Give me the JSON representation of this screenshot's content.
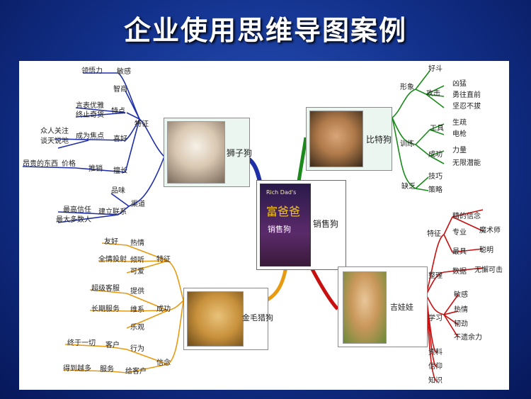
{
  "slide_title": "企业使用思维导图案例",
  "center": {
    "label": "销售狗",
    "book_small": "Rich Dad's",
    "book_big": "富爸爸",
    "book_sub": "销售狗"
  },
  "lion": {
    "label": "狮子狗",
    "t1": "特征",
    "t1a": "敏感",
    "t1a1": "领悟力",
    "t1b": "智商",
    "t1c": "特点",
    "t1c1": "言表优雅",
    "t1c2": "终止奇货",
    "t1d": "喜好",
    "t1d1": "成为焦点",
    "t1d1a": "众人关注",
    "t1d1b": "谈天说地",
    "t1e": "擅长",
    "t1e1": "推销",
    "t1e1a": "价格",
    "t1e1b": "昂贵的东西",
    "t2": "渠道",
    "t2a": "品味",
    "t2b": "建立联系",
    "t2b1": "最高信任",
    "t2b2": "最大多数人"
  },
  "bulldog": {
    "label": "比特狗",
    "t1": "形象",
    "t1a": "好斗",
    "t1b": "攻击",
    "t1b1": "凶猛",
    "t1b2": "勇往直前",
    "t1b3": "坚忍不拔",
    "t2": "训练",
    "t2a": "工具",
    "t2a1": "生疏",
    "t2a2": "电枪",
    "t2b": "成功",
    "t2b1": "力量",
    "t2b2": "无限潜能",
    "t3": "缺乏",
    "t3a": "技巧",
    "t3b": "策略"
  },
  "golden": {
    "label": "金毛猎狗",
    "t1": "特征",
    "t1a": "热情",
    "t1a1": "友好",
    "t1b": "倾听",
    "t1b1": "全情投射",
    "t1c": "可爱",
    "t2": "成功",
    "t2a": "提供",
    "t2a1": "超级客服",
    "t2b": "维系",
    "t2b1": "长期服务",
    "t2c": "乐观",
    "t3": "信念",
    "t3a": "行为",
    "t3a1": "客户",
    "t3a2": "终于一切",
    "t3b": "给客户",
    "t3b1": "服务",
    "t3b2": "得到越多"
  },
  "chihuahua": {
    "label": "吉娃娃",
    "t1": "特征",
    "t1a": "专业",
    "t1a1": "精的信念",
    "t1a2": "魔术师",
    "t1b": "最具",
    "t1b1": "聪明",
    "t2": "整理",
    "t2a": "数据",
    "t2a1": "无懈可击",
    "t3": "学习",
    "t3a": "敏感",
    "t3b": "热情",
    "t3c": "韧劲",
    "t3d": "不遗余力",
    "t4": "资料",
    "t5": "信仰",
    "t6": "知识"
  }
}
